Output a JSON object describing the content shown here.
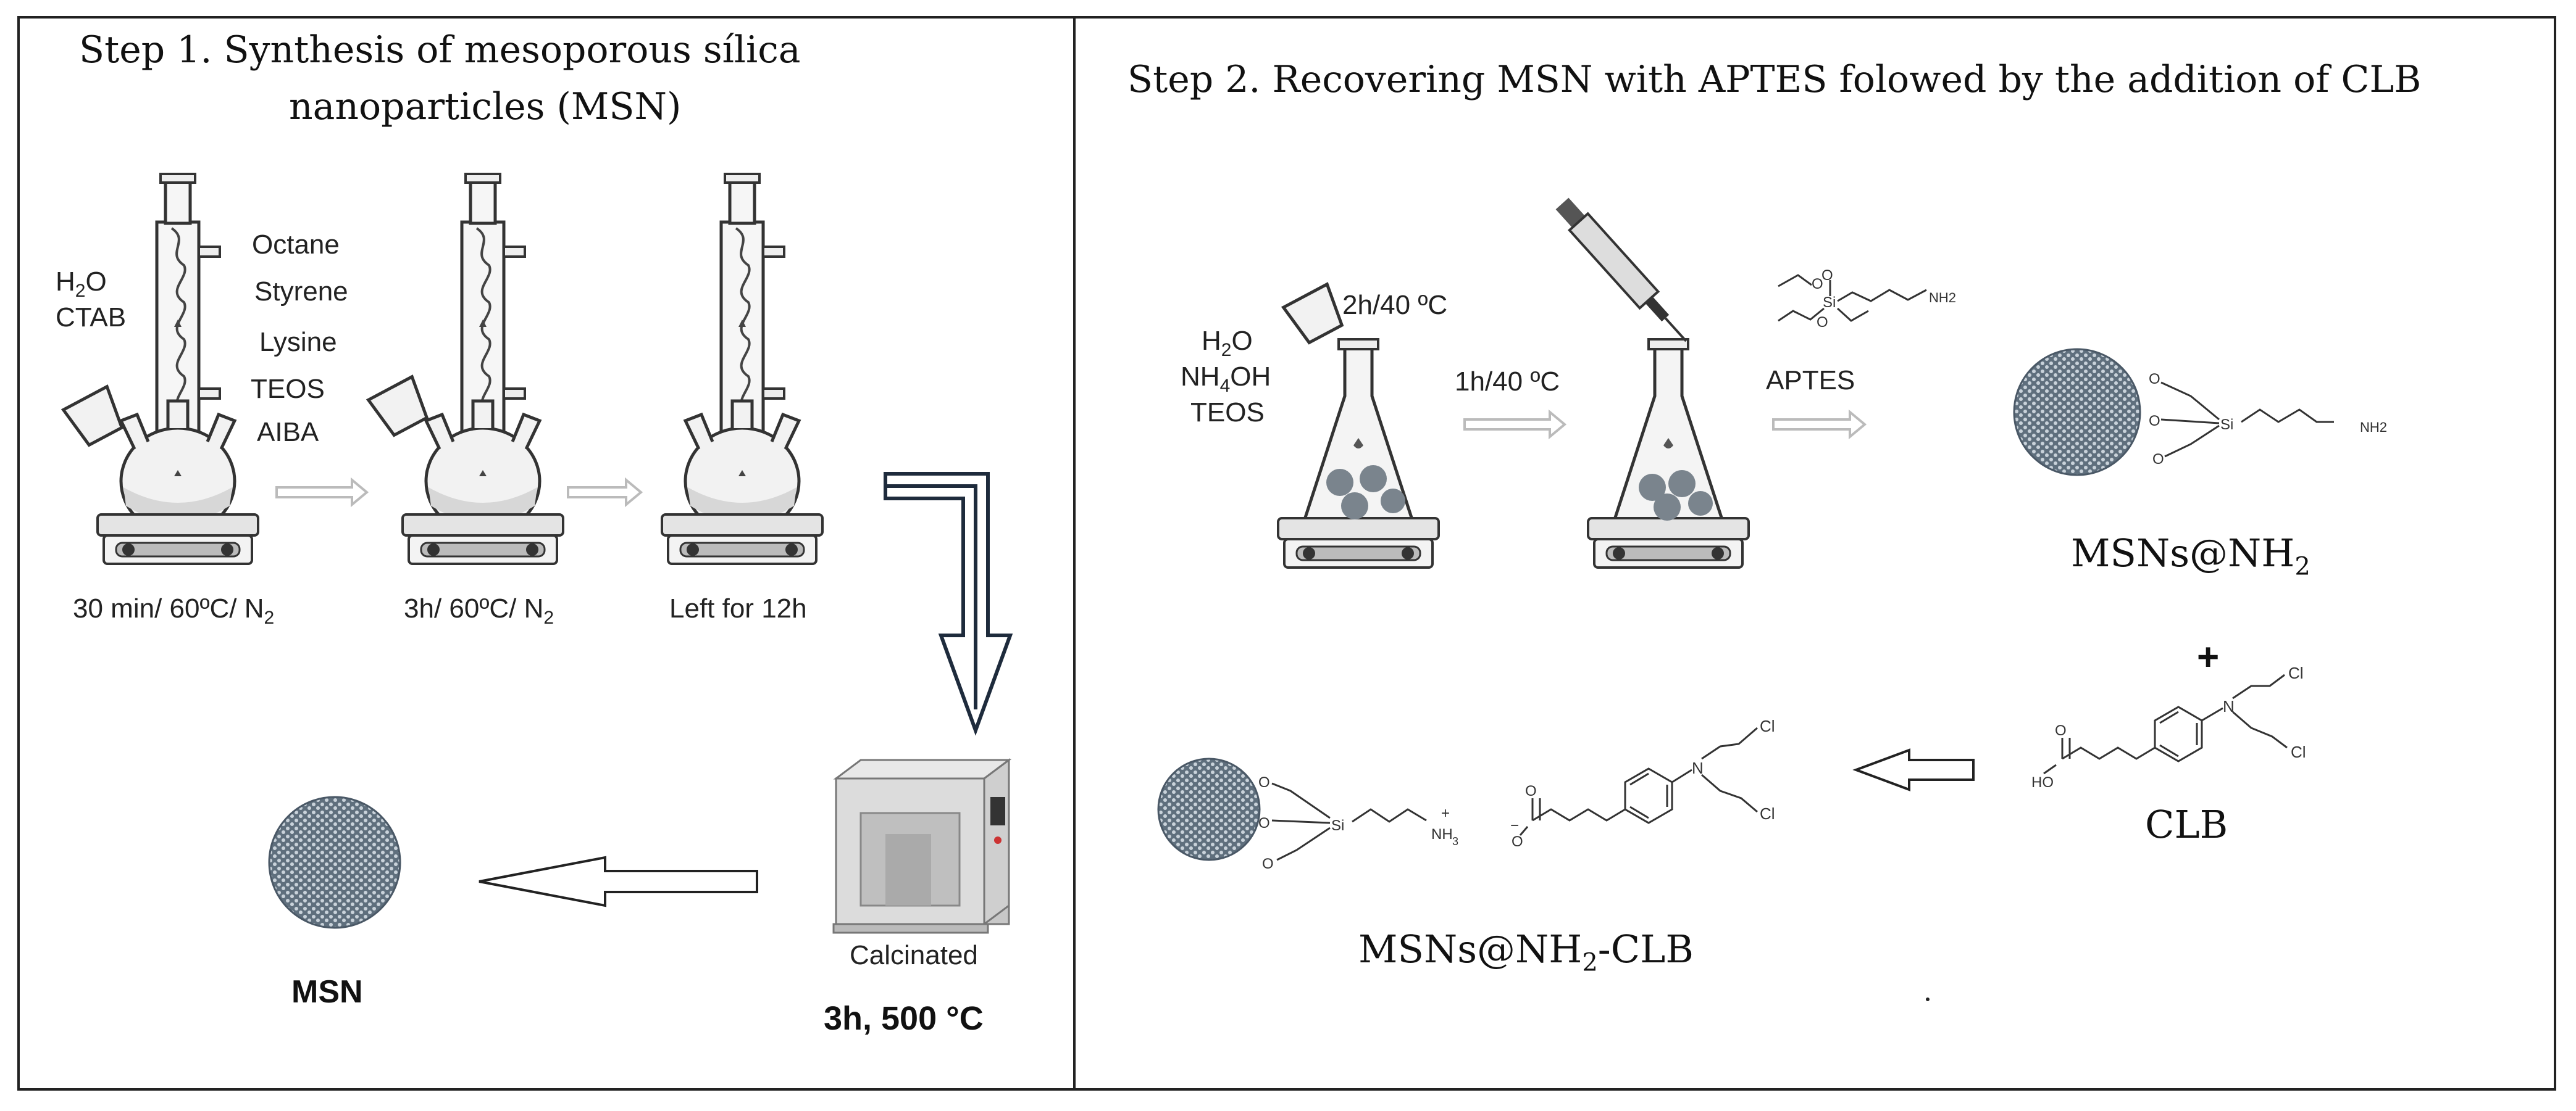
{
  "step1": {
    "title_line1": "Step 1. Synthesis of mesoporous sílica",
    "title_line2": "nanoparticles (MSN)",
    "reagents_left": {
      "h2o": "H",
      "h2o_sub": "2",
      "h2o_o": "O",
      "ctab": "CTAB"
    },
    "reagents_list": [
      "Octane",
      "Styrene",
      "Lysine",
      "TEOS",
      "AIBA"
    ],
    "cond1": {
      "text": "30 min/ 60ºC/ N",
      "sub": "2"
    },
    "cond2": {
      "text": "3h/ 60ºC/ N",
      "sub": "2"
    },
    "cond3": "Left for 12h",
    "calcinated": "Calcinated",
    "calc_conditions": "3h, 500 °C",
    "msn": "MSN"
  },
  "step2": {
    "title": "Step 2. Recovering MSN with APTES folowed by the addition of CLB",
    "reagents": {
      "h2o": "H",
      "h2o_sub": "2",
      "h2o_o": "O",
      "nh4oh_a": "NH",
      "nh4oh_sub": "4",
      "nh4oh_b": "OH",
      "teos": "TEOS"
    },
    "cond_a": "2h/40 ºC",
    "cond_b": "1h/40 ºC",
    "aptes": "APTES",
    "msns_nh2": {
      "a": "MSNs@NH",
      "sub": "2"
    },
    "plus": "+",
    "clb": "CLB",
    "msns_nh2_clb": {
      "a": "MSNs@NH",
      "sub": "2",
      "b": "-CLB"
    },
    "chem": {
      "si": "Si",
      "o": "O",
      "nh2": "NH2",
      "nh": "NH",
      "nh_sub": "3",
      "plus": "+",
      "cl": "Cl",
      "n": "N",
      "ho": "HO",
      "minus": "−"
    }
  }
}
